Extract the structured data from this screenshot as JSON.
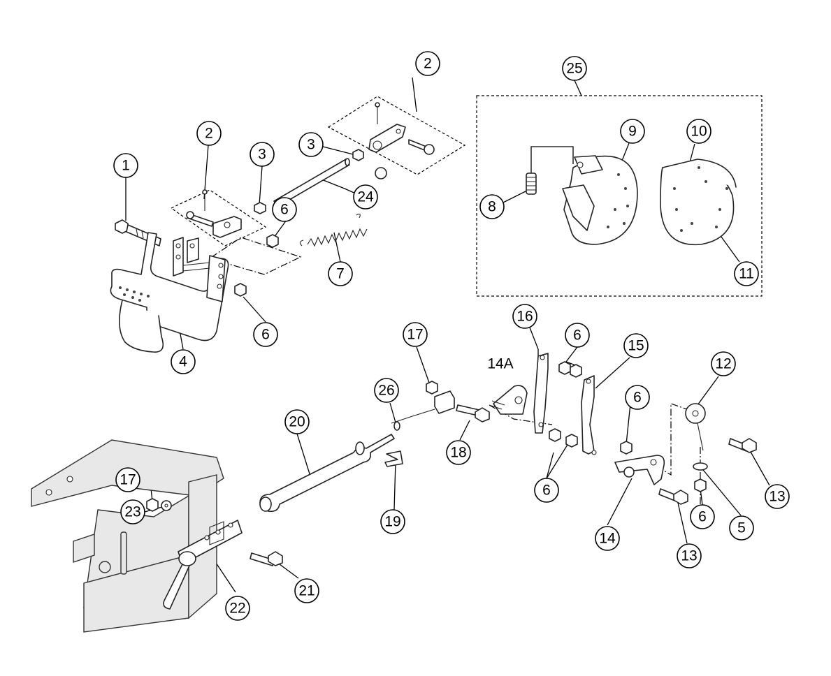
{
  "diagram": {
    "callouts": [
      {
        "id": "c1",
        "label": "1"
      },
      {
        "id": "c2a",
        "label": "2"
      },
      {
        "id": "c2b",
        "label": "2"
      },
      {
        "id": "c3a",
        "label": "3"
      },
      {
        "id": "c3b",
        "label": "3"
      },
      {
        "id": "c24",
        "label": "24"
      },
      {
        "id": "c6a",
        "label": "6"
      },
      {
        "id": "c7",
        "label": "7"
      },
      {
        "id": "c6b",
        "label": "6"
      },
      {
        "id": "c4",
        "label": "4"
      },
      {
        "id": "c25",
        "label": "25"
      },
      {
        "id": "c9",
        "label": "9"
      },
      {
        "id": "c10",
        "label": "10"
      },
      {
        "id": "c8",
        "label": "8"
      },
      {
        "id": "c11",
        "label": "11"
      },
      {
        "id": "c17a",
        "label": "17"
      },
      {
        "id": "c16",
        "label": "16"
      },
      {
        "id": "c6c",
        "label": "6"
      },
      {
        "id": "c15",
        "label": "15"
      },
      {
        "id": "c12",
        "label": "12"
      },
      {
        "id": "c26",
        "label": "26"
      },
      {
        "id": "c6d",
        "label": "6"
      },
      {
        "id": "c20",
        "label": "20"
      },
      {
        "id": "c18",
        "label": "18"
      },
      {
        "id": "c13a",
        "label": "13"
      },
      {
        "id": "c6e",
        "label": "6"
      },
      {
        "id": "c17b",
        "label": "17"
      },
      {
        "id": "c23",
        "label": "23"
      },
      {
        "id": "c19",
        "label": "19"
      },
      {
        "id": "c14",
        "label": "14"
      },
      {
        "id": "c13b",
        "label": "13"
      },
      {
        "id": "c6f",
        "label": "6"
      },
      {
        "id": "c5",
        "label": "5"
      },
      {
        "id": "c21",
        "label": "21"
      },
      {
        "id": "c22",
        "label": "22"
      }
    ],
    "free_labels": [
      {
        "id": "l14a",
        "label": "14A"
      }
    ]
  }
}
